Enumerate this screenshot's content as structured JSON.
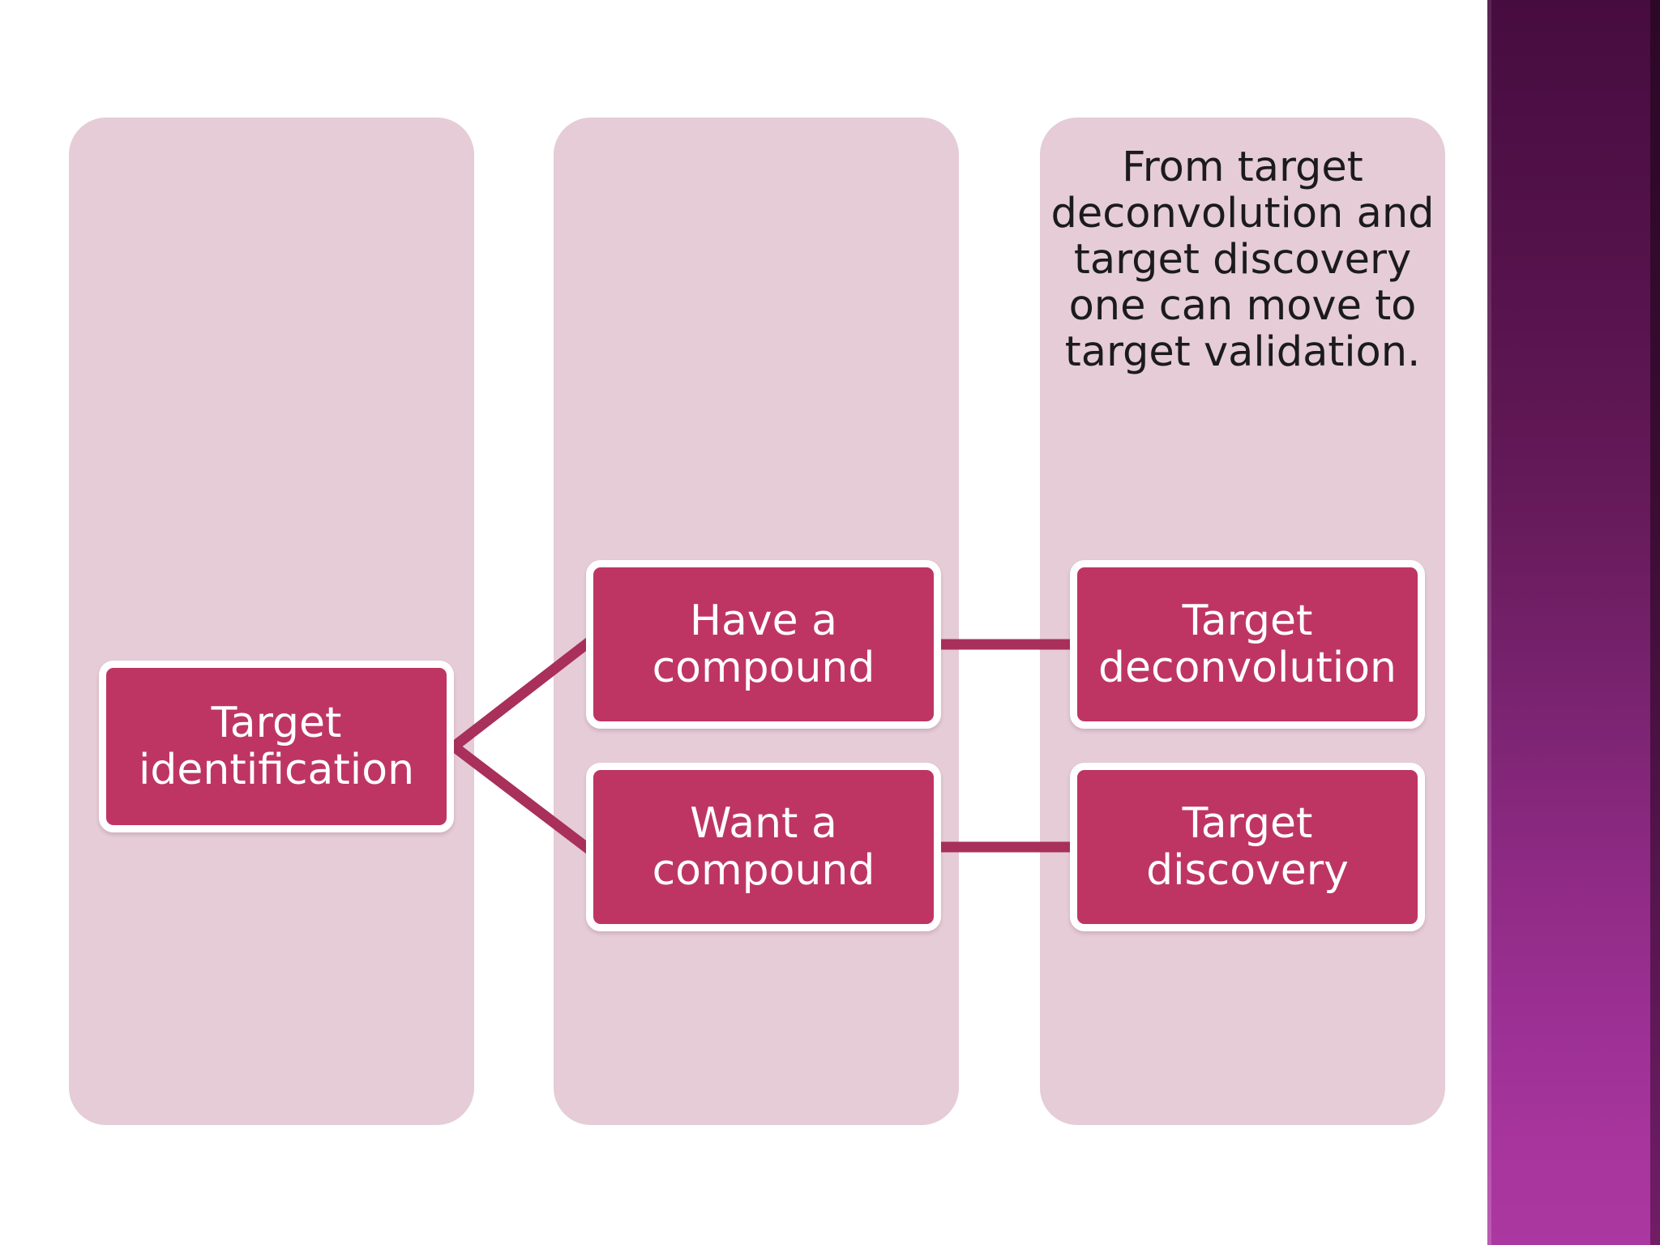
{
  "slide": {
    "background_color": "#ffffff",
    "accent_color": "#be3563",
    "panel_color": "#e5ccd6",
    "sidebar": {
      "gradient_from": "#470c3f",
      "gradient_to": "#ab37a1"
    }
  },
  "columns": [
    {
      "id": "column-1",
      "caption": ""
    },
    {
      "id": "column-2",
      "caption": ""
    },
    {
      "id": "column-3",
      "caption": "From target\ndeconvolution and\ntarget discovery\none can move to\ntarget validation."
    }
  ],
  "nodes": {
    "target_identification": "Target\nidentification",
    "have_compound": "Have a\ncompound",
    "want_compound": "Want a\ncompound",
    "target_deconvolution": "Target\ndeconvolution",
    "target_discovery": "Target\ndiscovery"
  },
  "connectors": [
    {
      "id": "target-identification-to-have-compound",
      "from": "target_identification",
      "to": "have_compound",
      "style": "diagonal"
    },
    {
      "id": "target-identification-to-want-compound",
      "from": "target_identification",
      "to": "want_compound",
      "style": "diagonal"
    },
    {
      "id": "have-compound-to-target-deconvolution",
      "from": "have_compound",
      "to": "target_deconvolution",
      "style": "horizontal"
    },
    {
      "id": "want-compound-to-target-discovery",
      "from": "want_compound",
      "to": "target_discovery",
      "style": "horizontal"
    }
  ]
}
